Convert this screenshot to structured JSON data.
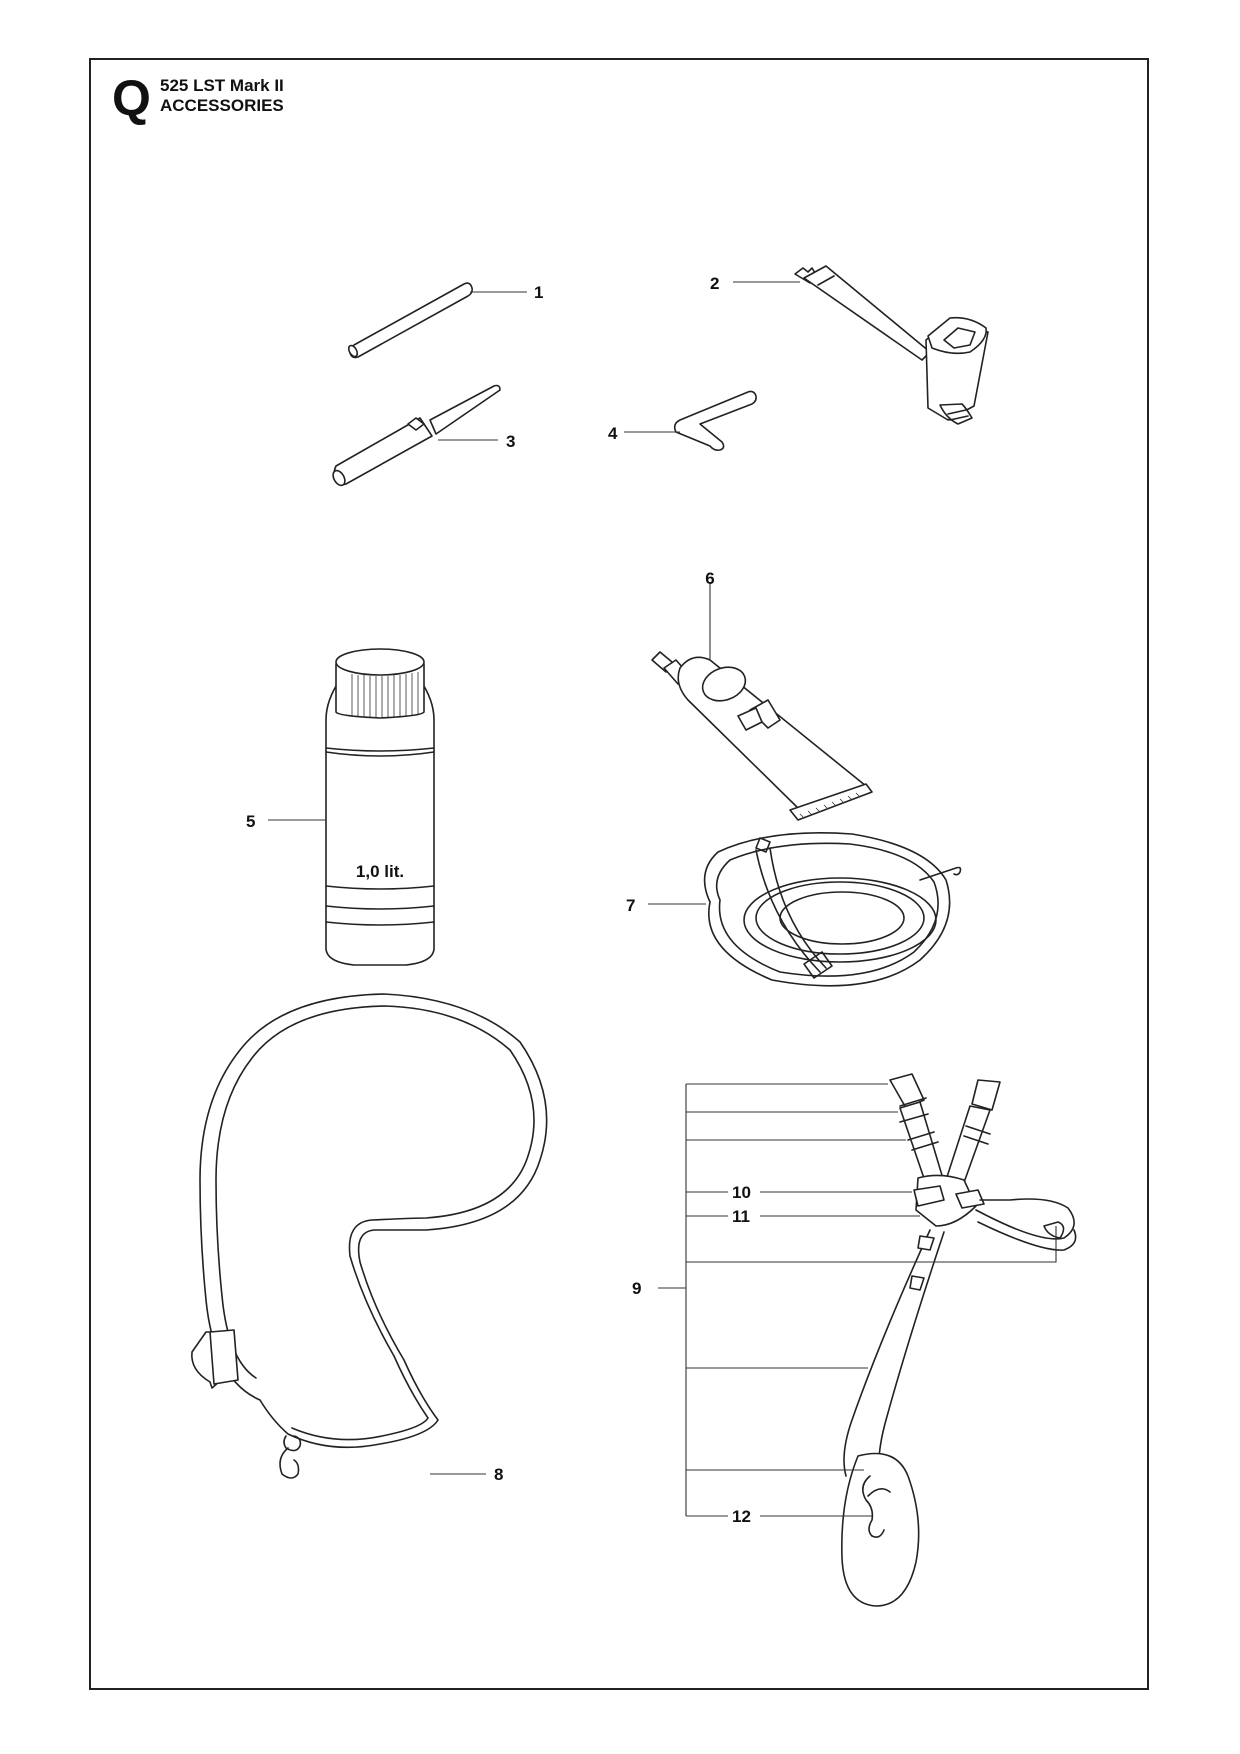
{
  "header": {
    "section_letter": "Q",
    "model": "525 LST Mark II",
    "title": "ACCESSORIES"
  },
  "bottle_label": "1,0 lit.",
  "callouts": {
    "c1": "1",
    "c2": "2",
    "c3": "3",
    "c4": "4",
    "c5": "5",
    "c6": "6",
    "c7": "7",
    "c8": "8",
    "c9": "9",
    "c10": "10",
    "c11": "11",
    "c12": "12"
  }
}
